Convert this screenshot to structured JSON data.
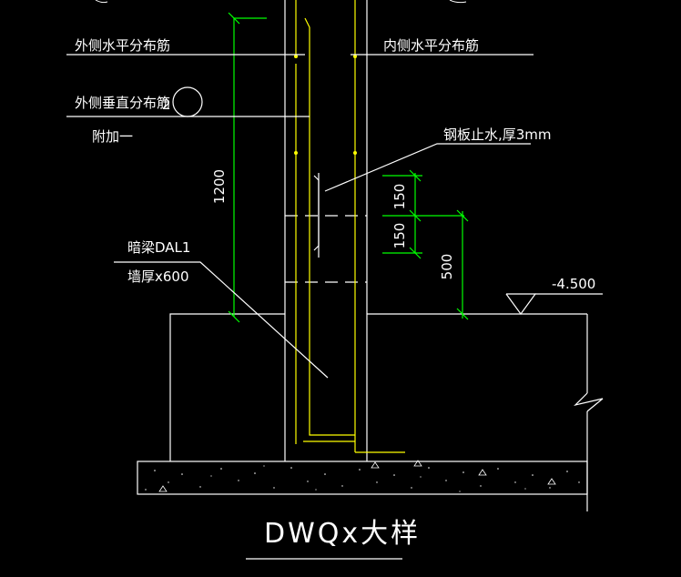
{
  "drawing": {
    "title": "DWQx大样",
    "labels": {
      "outer_horizontal_rebar": "外侧水平分布筋",
      "inner_horizontal_rebar": "内侧水平分布筋",
      "outer_vertical_rebar": "外侧垂直分布筋",
      "outer_vertical_rebar_count": "2",
      "additional": "附加一",
      "steel_waterstop": "钢板止水,厚3mm",
      "hidden_beam": "暗梁DAL1",
      "wall_thickness": "墙厚x600",
      "elevation": "-4.500"
    },
    "dimensions": {
      "height_1200": "1200",
      "upper_150": "150",
      "lower_150": "150",
      "height_500": "500"
    },
    "colors": {
      "background": "#000000",
      "lines": "#ffffff",
      "dimension": "#00ff00",
      "rebar": "#ffff00"
    }
  }
}
